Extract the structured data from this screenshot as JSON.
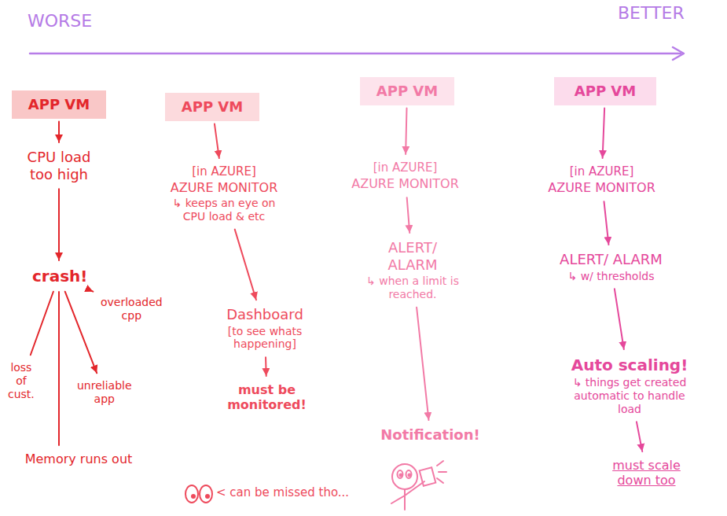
{
  "diagram": {
    "nodes": [
      {
        "text": [
          "APP VM"
        ]
      },
      {
        "text": [
          "CPU load too high"
        ]
      },
      {
        "text": [
          "crash!"
        ]
      },
      {
        "text": [
          "overloaded cpp"
        ]
      },
      {
        "text": [
          "loss of cust."
        ]
      },
      {
        "text": [
          "unreliable app"
        ]
      },
      {
        "text": [
          "Memory runs out"
        ]
      },
      {
        "text": [
          "APP VM"
        ]
      },
      {
        "text": [
          "[in AZURE]",
          "AZURE MONITOR",
          "↳ keeps an eye on CPU load & etc"
        ]
      },
      {
        "text": [
          "Dashboard",
          "[to see whats happening]"
        ]
      },
      {
        "text": [
          "must be monitored!"
        ]
      },
      {
        "text": [
          "APP VM"
        ]
      },
      {
        "text": [
          "[in AZURE]",
          "AZURE MONITOR"
        ]
      },
      {
        "text": [
          "ALERT/ ALARM",
          "↳ when a limit is reached."
        ]
      },
      {
        "text": [
          "Notification!"
        ]
      },
      {
        "text": [
          "APP VM"
        ]
      },
      {
        "text": [
          "[in AZURE]",
          "AZURE MONITOR"
        ]
      },
      {
        "text": [
          "ALERT/ ALARM",
          "↳ w/ thresholds"
        ]
      },
      {
        "text": [
          "Auto scaling!",
          "↳ things get created automatic to handle load"
        ]
      },
      {
        "text": [
          "must scale down too"
        ]
      }
    ],
    "edges": [
      {
        "from": 0,
        "to": 1,
        "arrow": "to"
      },
      {
        "from": 1,
        "to": 2,
        "arrow": "to"
      },
      {
        "from": 2,
        "to": 3,
        "arrow": "to"
      },
      {
        "from": 2,
        "to": 4,
        "arrow": "none"
      },
      {
        "from": 2,
        "to": 5,
        "arrow": "to"
      },
      {
        "from": 2,
        "to": 6,
        "arrow": "none"
      },
      {
        "from": 7,
        "to": 8,
        "arrow": "to"
      },
      {
        "from": 8,
        "to": 9,
        "arrow": "to"
      },
      {
        "from": 9,
        "to": 10,
        "arrow": "to"
      },
      {
        "from": 11,
        "to": 12,
        "arrow": "to"
      },
      {
        "from": 12,
        "to": 13,
        "arrow": "to"
      },
      {
        "from": 13,
        "to": 14,
        "arrow": "to"
      },
      {
        "from": 15,
        "to": 16,
        "arrow": "to"
      },
      {
        "from": 16,
        "to": 17,
        "arrow": "to"
      },
      {
        "from": 17,
        "to": 18,
        "arrow": "to"
      },
      {
        "from": 18,
        "to": 19,
        "arrow": "to"
      }
    ],
    "labels": [
      "WORSE",
      "BETTER",
      "< can be missed tho..."
    ]
  }
}
